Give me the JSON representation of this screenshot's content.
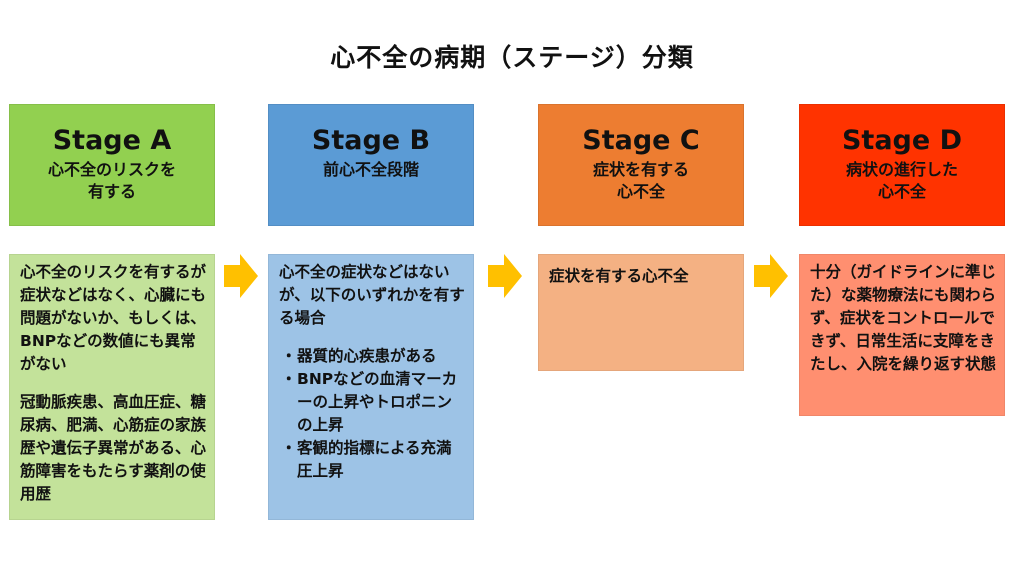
{
  "title": "心不全の病期（ステージ）分類",
  "colors": {
    "stage_a_header": "#92D050",
    "stage_a_body": "#C3E29A",
    "stage_b_header": "#5B9BD5",
    "stage_b_body": "#9DC3E6",
    "stage_c_header": "#ED7D31",
    "stage_c_body": "#F4B183",
    "stage_d_header": "#FF3300",
    "stage_d_body": "#FF8F70",
    "arrow": "#FFC000"
  },
  "stages": [
    {
      "name": "Stage A",
      "subtitle_lines": [
        "心不全のリスクを",
        "有する"
      ],
      "paragraphs": [
        "心不全のリスクを有するが症状などはなく、心臓にも問題がないか、もしくは、BNPなどの数値にも異常がない",
        "冠動脈疾患、高血圧症、糖尿病、肥満、心筋症の家族歴や遺伝子異常がある、心筋障害をもたらす薬剤の使用歴"
      ]
    },
    {
      "name": "Stage B",
      "subtitle_lines": [
        "前心不全段階"
      ],
      "intro": "心不全の症状などはないが、以下のいずれかを有する場合",
      "bullet": "・",
      "bullets": [
        "器質的心疾患がある",
        "BNPなどの血清マーカーの上昇やトロポニンの上昇",
        "客観的指標による充満圧上昇"
      ]
    },
    {
      "name": "Stage C",
      "subtitle_lines": [
        "症状を有する",
        "心不全"
      ],
      "description": "症状を有する心不全"
    },
    {
      "name": "Stage D",
      "subtitle_lines": [
        "病状の進行した",
        "心不全"
      ],
      "description": "十分（ガイドラインに準じた）な薬物療法にも関わらず、症状をコントロールできず、日常生活に支障をきたし、入院を繰り返す状態"
    }
  ]
}
